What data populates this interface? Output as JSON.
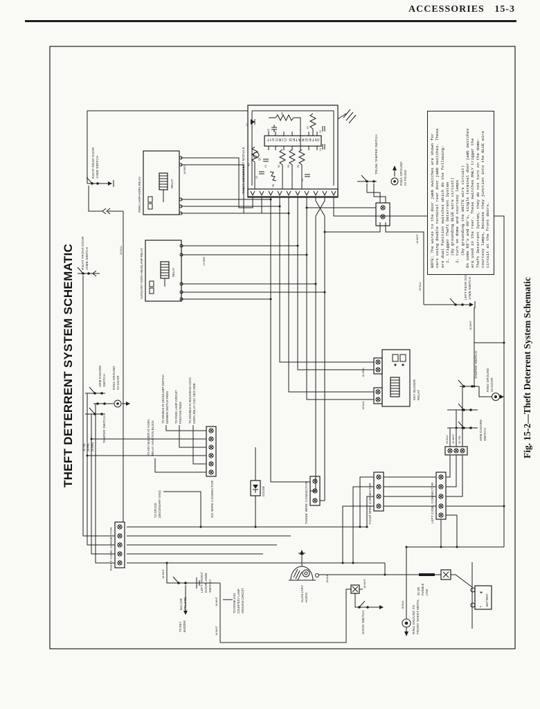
{
  "page": {
    "header": "ACCESSORIES 15-3",
    "title": "THEFT DETERRENT SYSTEM SCHEMATIC",
    "caption": "Fig. 15-2—Theft Deterrent System Schematic"
  },
  "note": {
    "lines": [
      "NOTE: The wires to the door jamb switches are shown for",
      "cars using double terminal rear door jamb switches. These",
      "are dual function switches which do the following:",
      "  1. trigger Theft Deterrent System",
      "     (by grounding BLUE wire circuit)",
      "  2. turn on dome and courtesy lamps",
      "     (by grounding the WHITE wire circuit)",
      "On some 88's and 98's, single terminal door jamb switches",
      "are used in the rear. These switches ONLY trigger the",
      "Theft Deterrent System, they do not turn on the dome-",
      "courtesy lamps, because they junction into the BLUE wire",
      "circuit at the front doors."
    ]
  },
  "module": {
    "label": "THEFT DETERRENT MODULE",
    "ic": "INTEGRATED CIRCUIT",
    "parts": [
      "R9",
      "C6",
      "R7",
      "D1",
      "R1",
      "Q2",
      "C1",
      "R4",
      "R3",
      "R2",
      "C3",
      "C4",
      "R8",
      "C2",
      "C5"
    ]
  },
  "relays": {
    "park": {
      "label": "PARK LAMP-HORN RELAY",
      "relay": "RELAY"
    },
    "aux": {
      "label": "AUXILIARY HORN-HEADLAMP RELAY",
      "relay": "RELAY"
    },
    "key_buzzer": {
      "l1": "KEY BUZZER",
      "l2": "RELAY"
    }
  },
  "switches": {
    "right_rear": {
      "l1": "RIGHT REAR DOOR",
      "l2": "JAMB SWITCH"
    },
    "right_front": {
      "l1": "RIGHT FRONT DOOR",
      "l2": "JAMB SWITCH"
    },
    "left_rear": {
      "l1": "LEFT REAR DOOR",
      "l2": "JAMB SWITCH"
    },
    "left_front": {
      "l1": "LEFT FRONT",
      "l2": "DOOR JAMB",
      "l3": "SWITCH"
    },
    "trunk_tamper": "TRUNK TAMPER SWITCH",
    "tamper_left": "TAMPER SWITCH",
    "tamper_right": "TAMPER SWITCH",
    "arm_left": {
      "l1": "ARM-DISARM",
      "l2": "SWITCH"
    },
    "arm_right": {
      "l1": "ARM-DISARM",
      "l2": "SWITCH"
    },
    "hood": "HOOD SWITCH"
  },
  "grounds": {
    "trunk": {
      "l1": "RING GROUND",
      "l2": "IN TRUNK"
    },
    "door_left": {
      "l1": "RING GROUND",
      "l2": "IN DOOR"
    },
    "door_right": {
      "l1": "RING GROUND",
      "l2": "IN DOOR"
    },
    "front": {
      "l1": "RING GROUND TO",
      "l2": "FRONT SHEET METAL"
    }
  },
  "connectors": {
    "six_wire": "SIX WIRE CONNECTOR",
    "three_wire": "THREE WIRE CONNECTOR",
    "four_wire": "FOUR WIRE CONNECTOR",
    "left_cowl": "LEFT COWL CONNECTOR",
    "right_cowl": "RIGHT COWL CONNECTOR"
  },
  "callouts": {
    "kb_junction": {
      "l1": "TO KEY BUZZER AT HORN",
      "l2": "RELAY JUNCTION BLOCK"
    },
    "headlamp": {
      "l1": "TO D0UBLE #1 HEADLAMP SWITCH",
      "l2": "DIMMER SWITCH FEED"
    },
    "park_lamp": {
      "l1": "TO PARK LAMP CIRCUIT",
      "l2": "POSITIVE FEED"
    },
    "bulkhead": {
      "l1": "TO DOUBLE #1 BULKHEAD CONN",
      "l2": "HORN RELAY COIL NEG SIDE"
    },
    "splice": {
      "l1": "TO SPLICE",
      "l2": "(SECONDARY GND)"
    },
    "diode": "DIODE",
    "to_key_buzzer": {
      "l1": "TO KEY",
      "l2": "BUZZER"
    },
    "blk_ppl": {
      "l1": "BLK (OR",
      "l2": "PPL STR)"
    },
    "dome": {
      "l1": "TO DOME AND",
      "l2": "COURTESY LAMP",
      "l3": "GROUND CIRCUIT"
    },
    "aux_horn": {
      "l1": "AUXILIARY",
      "l2": "HORN"
    },
    "fusible": {
      "l1": "20 OR",
      "l2": "FUSIBLE",
      "l3": "LINK"
    },
    "battery": "BATTERY",
    "plus": "+",
    "minus": "-"
  },
  "wire_labels": {
    "w18wht": "18 WHT",
    "w18blk": "18 BLK",
    "w18red": "18 RED",
    "w14red": "14 RED",
    "w18orn": "18 ORN",
    "w20blu": "20 BLU",
    "w20wht": "20 WHT",
    "w20yel": "20 YEL",
    "w20brn": "20 BRN",
    "w20ppl": "20 PPL"
  },
  "colors": {
    "ink": "#1e1e1e",
    "paper": "#f9f9f6"
  }
}
